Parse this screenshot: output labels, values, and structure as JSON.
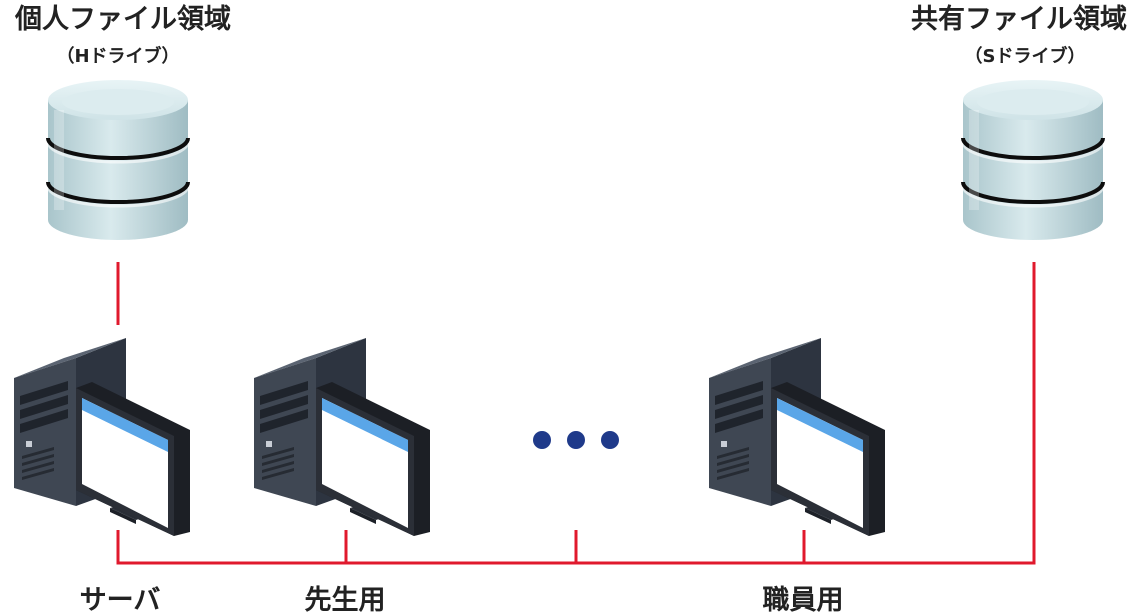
{
  "storage": {
    "personal": {
      "title": "個人ファイル領域",
      "subtitle": "（Hドライブ）"
    },
    "shared": {
      "title": "共有ファイル領域",
      "subtitle": "（Sドライブ）"
    }
  },
  "computers": {
    "server_label": "サーバ",
    "teacher_label": "先生用",
    "staff_label": "職員用"
  },
  "icons": {
    "database": "database-icon",
    "computer": "desktop-computer-icon",
    "ellipsis": "ellipsis-icon"
  },
  "colors": {
    "connection_line": "#e0192d",
    "ellipsis_dot": "#1f3a8a",
    "label_text": "#222222"
  }
}
